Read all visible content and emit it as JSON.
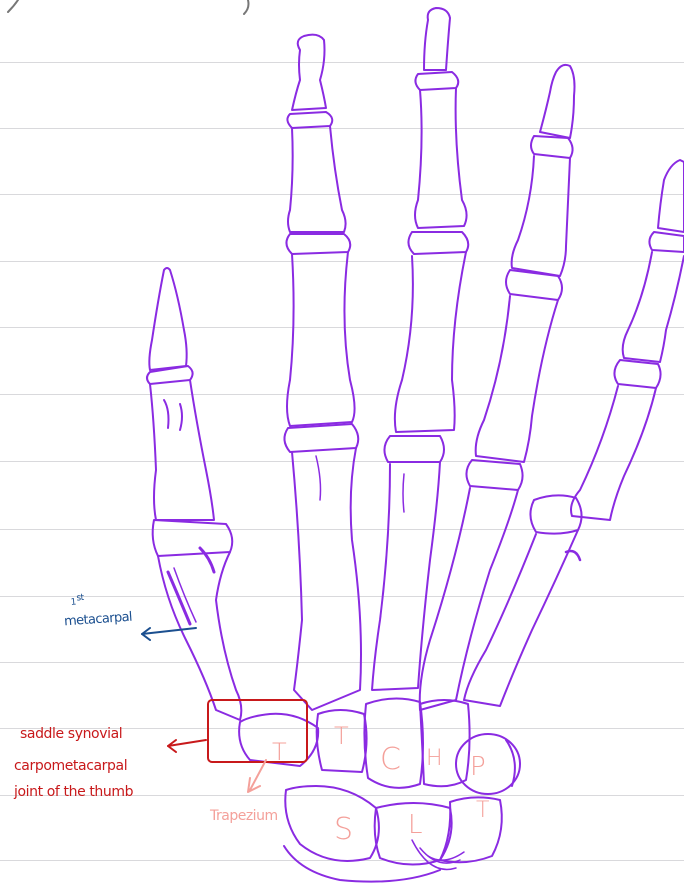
{
  "labels": {
    "first_metacarpal_superscript": "st",
    "first_metacarpal_number": "1",
    "first_metacarpal_text": "metacarpal",
    "saddle_line1": "saddle synovial",
    "saddle_line2": "carpometacarpal",
    "saddle_line3": "joint of the thumb",
    "trapezium": "Trapezium"
  },
  "carpal_letters": {
    "trapezium": "T",
    "trapezoid": "T",
    "capitate": "C",
    "hamate": "H",
    "pisiform": "P",
    "scaphoid": "S",
    "lunate": "L",
    "triquetrum": "T"
  },
  "colors": {
    "bone": "#8a2be2",
    "blue_annotation": "#1b4f8f",
    "red_annotation": "#c8191b",
    "pink_annotation": "#f4a09a",
    "ruled_line": "#d9d9dc"
  }
}
